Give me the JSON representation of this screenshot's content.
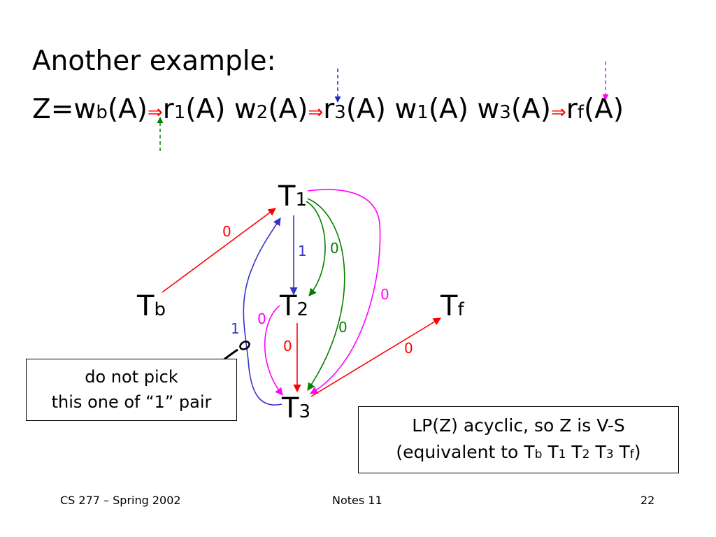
{
  "slide": {
    "heading": "Another example:",
    "schedule": {
      "prefix": "Z=",
      "ops": [
        {
          "op": "w",
          "sub": "b",
          "arg": "(A)"
        },
        {
          "sep": "⇒"
        },
        {
          "op": "r",
          "sub": "1",
          "arg": "(A)"
        },
        {
          "space": " "
        },
        {
          "op": "w",
          "sub": "2",
          "arg": "(A)"
        },
        {
          "sep": "⇒"
        },
        {
          "op": "r",
          "sub": "3",
          "arg": "(A)"
        },
        {
          "space": " "
        },
        {
          "op": "w",
          "sub": "1",
          "arg": "(A)"
        },
        {
          "space": " "
        },
        {
          "op": "w",
          "sub": "3",
          "arg": "(A)"
        },
        {
          "sep": "⇒"
        },
        {
          "op": "r",
          "sub": "f",
          "arg": "(A)"
        }
      ]
    },
    "pointer_colors": {
      "green": "#008000",
      "blue": "#2222cc",
      "magenta": "#ff00ff"
    }
  },
  "diagram": {
    "nodes": [
      {
        "id": "T1",
        "label": "T",
        "sub": "1"
      },
      {
        "id": "Tb",
        "label": "T",
        "sub": "b"
      },
      {
        "id": "T2",
        "label": "T",
        "sub": "2"
      },
      {
        "id": "Tf",
        "label": "T",
        "sub": "f"
      },
      {
        "id": "T3",
        "label": "T",
        "sub": "3"
      }
    ],
    "edges": [
      {
        "from": "Tb",
        "to": "T1",
        "label": "0",
        "color": "#ff0000"
      },
      {
        "from": "T1",
        "to": "T2",
        "label": "1",
        "color": "#3333cc"
      },
      {
        "from": "T1",
        "to": "T2",
        "label": "0",
        "color": "#008000"
      },
      {
        "from": "T1",
        "to": "T3",
        "label": "0",
        "color": "#008000"
      },
      {
        "from": "T1",
        "to": "T3",
        "label": "0",
        "color": "#ff00ff"
      },
      {
        "from": "T3",
        "to": "T1",
        "label": "1",
        "color": "#3333cc"
      },
      {
        "from": "T2",
        "to": "T3",
        "label": "0",
        "color": "#ff00ff"
      },
      {
        "from": "T2",
        "to": "T3",
        "label": "0",
        "color": "#ff0000"
      },
      {
        "from": "T3",
        "to": "Tf",
        "label": "0",
        "color": "#ff0000"
      }
    ]
  },
  "note": {
    "line1": "do not pick",
    "line2": "this one of “1” pair"
  },
  "result": {
    "line1": "LP(Z) acyclic,  so Z is V-S",
    "line2_prefix": "(equivalent to ",
    "order": [
      {
        "t": "T",
        "s": "b"
      },
      {
        "t": "T",
        "s": "1"
      },
      {
        "t": "T",
        "s": "2"
      },
      {
        "t": "T",
        "s": "3"
      },
      {
        "t": "T",
        "s": "f"
      }
    ],
    "line2_suffix": ")"
  },
  "footer": {
    "left": "CS 277 – Spring 2002",
    "center": "Notes 11",
    "right": "22"
  }
}
